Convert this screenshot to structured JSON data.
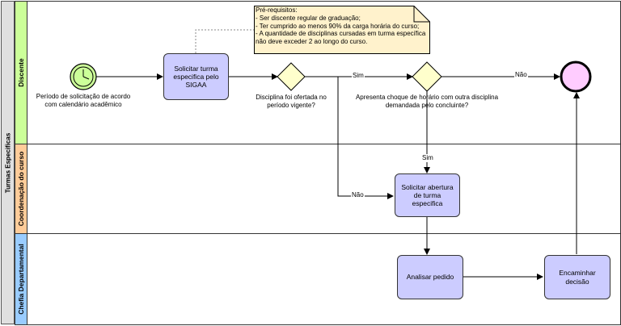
{
  "pool": {
    "label": "Turmas Especificas"
  },
  "lanes": {
    "discente": {
      "label": "Discente",
      "color": "#ccff99"
    },
    "coordenacao": {
      "label": "Coordenação do curso",
      "color": "#ffcc99"
    },
    "chefia": {
      "label": "Chefia Departamental",
      "color": "#99ccff"
    }
  },
  "start_event": {
    "label": "Período de solicitação de acordo com calendário acadêmico",
    "color": "#ccff99"
  },
  "tasks": {
    "solicitar_turma": "Solicitar turma especifica pelo SIGAA",
    "solicitar_abertura": "Solicitar abertura de turma especifica",
    "analisar": "Analisar pedido",
    "encaminhar": "Encaminhar decisão"
  },
  "gateways": {
    "ofertada": "Disciplina foi ofertada no período vigente?",
    "choque": "Apresenta choque de horário com outra disciplina demandada pelo concluinte?"
  },
  "flow_labels": {
    "sim": "Sim",
    "nao": "Não"
  },
  "annotation": {
    "lines": [
      "Pré-requisitos:",
      "- Ser discente regular de graduação;",
      "- Ter cumprido ao menos 90% da carga horária do curso;",
      "- A quantidade de disciplinas cursadas em turma específica",
      "não deve exceder 2 ao longo do curso."
    ],
    "color": "#fff2cc"
  },
  "end_event": {
    "color": "#ffccff"
  },
  "colors": {
    "task": "#ccccff",
    "gateway": "#ffffcc"
  }
}
